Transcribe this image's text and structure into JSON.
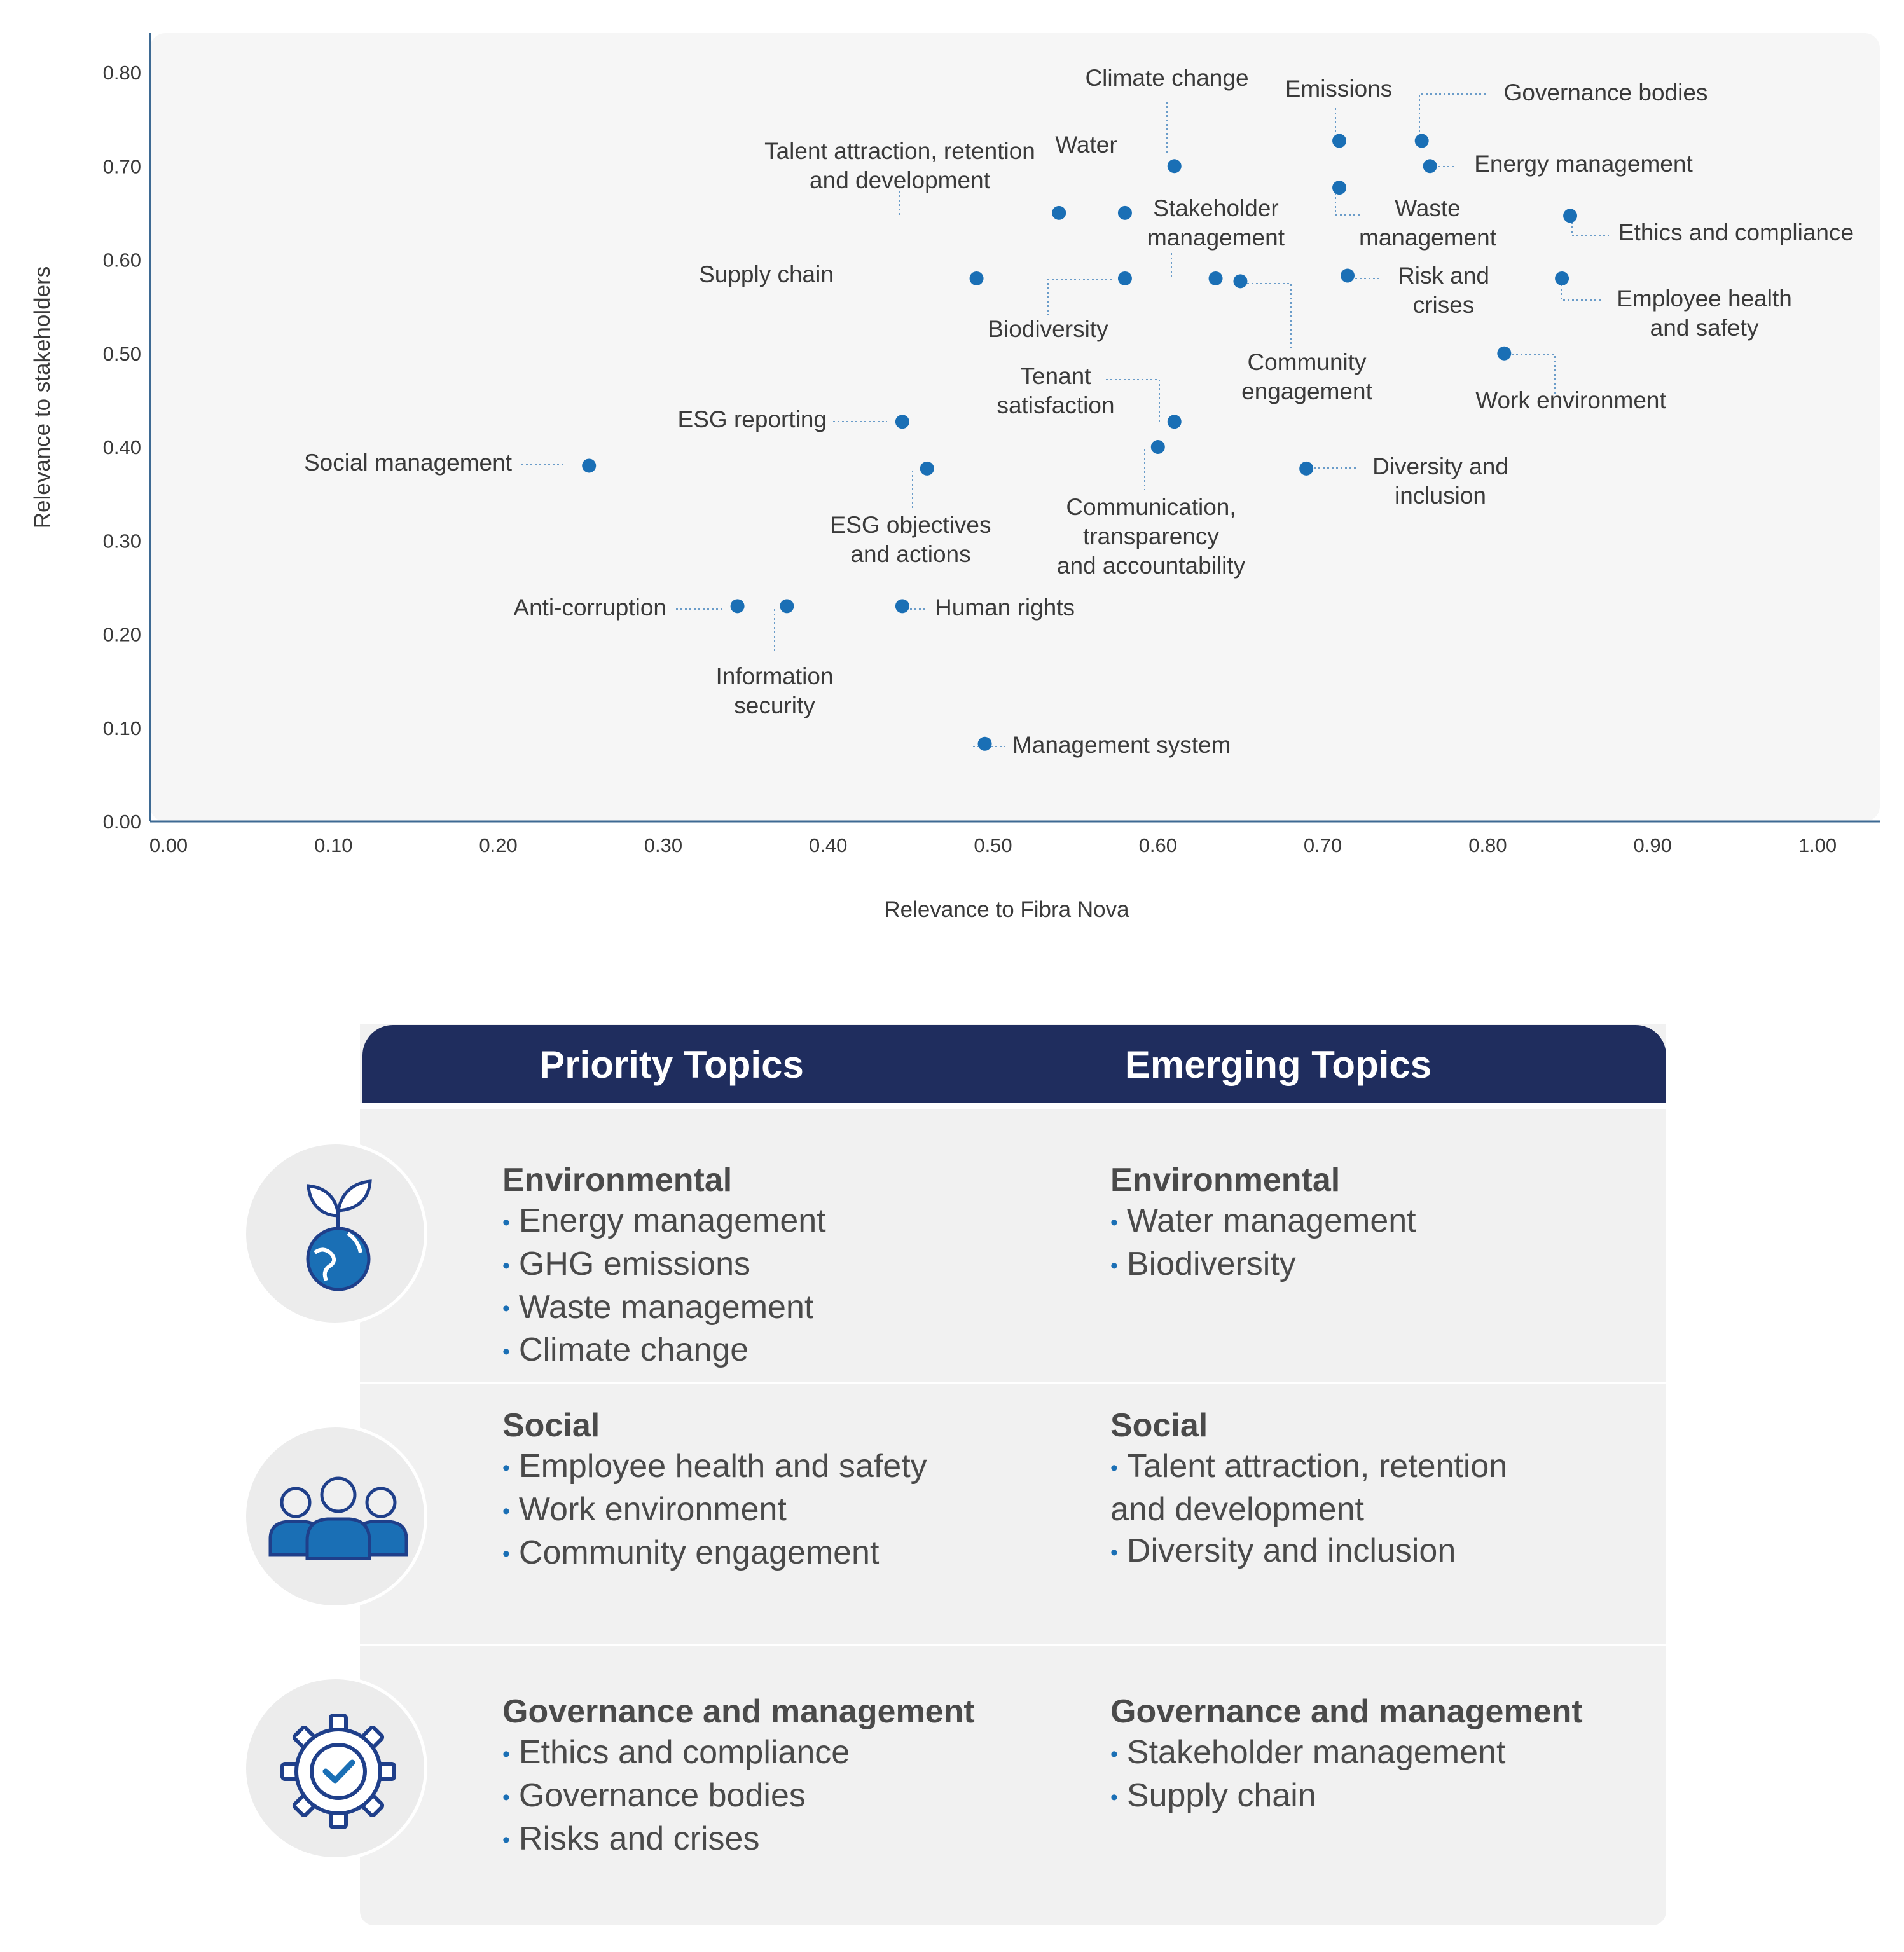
{
  "chart_data": {
    "type": "scatter",
    "xlabel": "Relevance to Fibra Nova",
    "ylabel": "Relevance to stakeholders",
    "xlim": [
      0,
      1.0
    ],
    "ylim": [
      0,
      0.8
    ],
    "x_ticks": [
      "0.00",
      "0.10",
      "0.20",
      "0.30",
      "0.40",
      "0.50",
      "0.60",
      "0.70",
      "0.80",
      "0.90",
      "1.00"
    ],
    "y_ticks": [
      "0.00",
      "0.10",
      "0.20",
      "0.30",
      "0.40",
      "0.50",
      "0.60",
      "0.70",
      "0.80"
    ],
    "grid": false,
    "marker_color": "#1a6fb5",
    "points": [
      {
        "label": [
          "Climate change"
        ],
        "x": 0.61,
        "y": 0.7
      },
      {
        "label": [
          "Emissions"
        ],
        "x": 0.71,
        "y": 0.727
      },
      {
        "label": [
          "Governance bodies"
        ],
        "x": 0.76,
        "y": 0.727
      },
      {
        "label": [
          "Water"
        ],
        "x": 0.58,
        "y": 0.65
      },
      {
        "label": [
          "Energy management"
        ],
        "x": 0.765,
        "y": 0.7
      },
      {
        "label": [
          "Talent attraction, retention",
          "and development"
        ],
        "x": 0.54,
        "y": 0.65
      },
      {
        "label": [
          "Stakeholder",
          "management"
        ],
        "x": 0.635,
        "y": 0.58
      },
      {
        "label": [
          "Waste",
          "management"
        ],
        "x": 0.71,
        "y": 0.677
      },
      {
        "label": [
          "Ethics and compliance"
        ],
        "x": 0.85,
        "y": 0.647
      },
      {
        "label": [
          "Supply chain"
        ],
        "x": 0.49,
        "y": 0.58
      },
      {
        "label": [
          "Biodiversity"
        ],
        "x": 0.58,
        "y": 0.58
      },
      {
        "label": [
          "Community",
          "engagement"
        ],
        "x": 0.65,
        "y": 0.577
      },
      {
        "label": [
          "Risk and",
          "crises"
        ],
        "x": 0.715,
        "y": 0.583
      },
      {
        "label": [
          "Employee health",
          "and safety"
        ],
        "x": 0.845,
        "y": 0.58
      },
      {
        "label": [
          "Work environment"
        ],
        "x": 0.81,
        "y": 0.5
      },
      {
        "label": [
          "Tenant",
          "satisfaction"
        ],
        "x": 0.61,
        "y": 0.427
      },
      {
        "label": [
          "ESG reporting"
        ],
        "x": 0.445,
        "y": 0.427
      },
      {
        "label": [
          "Social management"
        ],
        "x": 0.255,
        "y": 0.38
      },
      {
        "label": [
          "Communication,",
          "transparency",
          "and accountability"
        ],
        "x": 0.6,
        "y": 0.4
      },
      {
        "label": [
          "ESG objectives",
          "and actions"
        ],
        "x": 0.46,
        "y": 0.377
      },
      {
        "label": [
          "Diversity and",
          "inclusion"
        ],
        "x": 0.69,
        "y": 0.377
      },
      {
        "label": [
          "Anti-corruption"
        ],
        "x": 0.345,
        "y": 0.23
      },
      {
        "label": [
          "Information",
          "security"
        ],
        "x": 0.375,
        "y": 0.23
      },
      {
        "label": [
          "Human rights"
        ],
        "x": 0.445,
        "y": 0.23
      },
      {
        "label": [
          "Management system"
        ],
        "x": 0.495,
        "y": 0.083
      }
    ]
  },
  "topics": {
    "header": {
      "priority": "Priority Topics",
      "emerging": "Emerging Topics",
      "color": "#1f2d5e"
    },
    "rows": [
      {
        "icon": "plant-globe-icon",
        "priority": {
          "heading": "Environmental",
          "items": [
            "Energy management",
            "GHG emissions",
            "Waste management",
            "Climate change"
          ]
        },
        "emerging": {
          "heading": "Environmental",
          "items": [
            "Water management",
            "Biodiversity"
          ]
        }
      },
      {
        "icon": "people-group-icon",
        "priority": {
          "heading": "Social",
          "items": [
            "Employee health and safety",
            "Work environment",
            "Community engagement"
          ]
        },
        "emerging": {
          "heading": "Social",
          "items": [
            "Talent attraction, retention",
            "and development",
            "Diversity and inclusion"
          ]
        }
      },
      {
        "icon": "gear-check-icon",
        "priority": {
          "heading": "Governance and management",
          "items": [
            "Ethics and compliance",
            "Governance bodies",
            "Risks and crises"
          ]
        },
        "emerging": {
          "heading": "Governance and management",
          "items": [
            "Stakeholder management",
            "Supply chain"
          ]
        }
      }
    ]
  }
}
